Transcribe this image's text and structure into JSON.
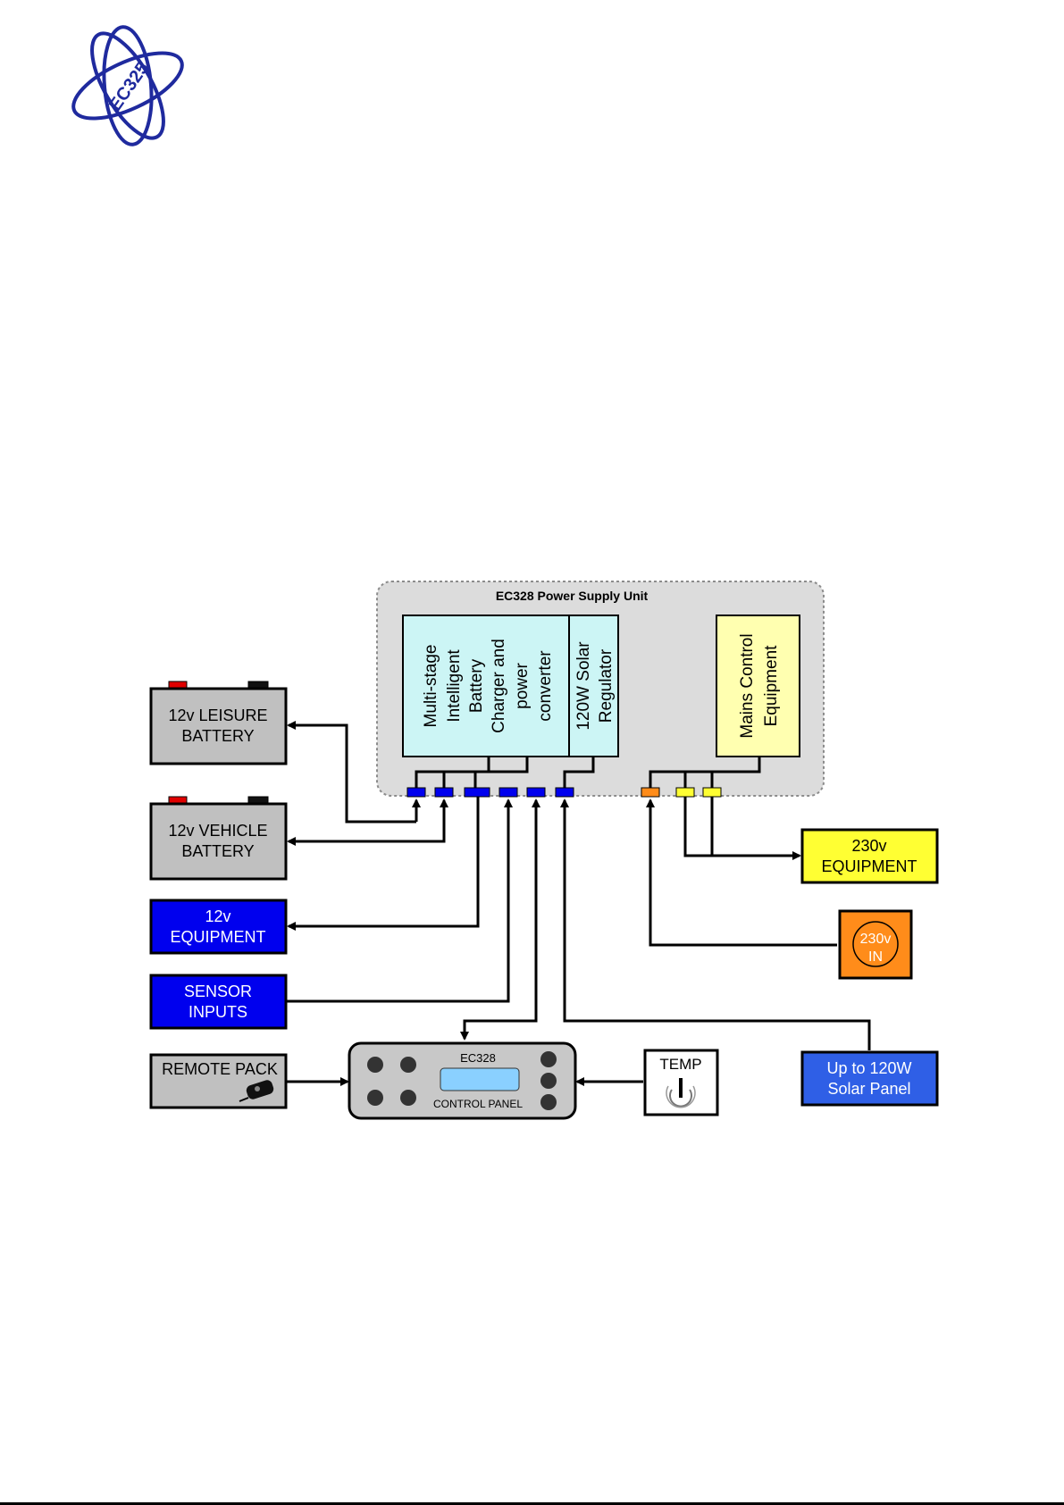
{
  "logo": {
    "text": "EC325"
  },
  "psu": {
    "title": "EC328 Power Supply Unit",
    "charger_lines": [
      "Multi-stage",
      "Intelligent",
      "Battery",
      "Charger and",
      "power",
      "converter"
    ],
    "solar_reg_lines": [
      "120W Solar",
      "Regulator"
    ],
    "mains_lines": [
      "Mains Control",
      "Equipment"
    ]
  },
  "devices": {
    "leisure_battery": [
      "12v LEISURE",
      "BATTERY"
    ],
    "vehicle_battery": [
      "12v VEHICLE",
      "BATTERY"
    ],
    "equipment_12v": [
      "12v",
      "EQUIPMENT"
    ],
    "sensor_inputs": [
      "SENSOR",
      "INPUTS"
    ],
    "remote_pack": "REMOTE PACK",
    "equipment_230v": [
      "230v",
      "EQUIPMENT"
    ],
    "mains_in": [
      "230v",
      "IN"
    ],
    "solar_panel": [
      "Up to 120W",
      "Solar Panel"
    ],
    "temp": "TEMP"
  },
  "control_panel": {
    "model": "EC328",
    "label": "CONTROL PANEL"
  },
  "colors": {
    "psu_bg": "#dcdcdc",
    "module_bg": "#ccf5f5",
    "mains_bg": "#ffffb0",
    "battery_bg": "#c0c0c0",
    "equipment_blue": "#0000ee",
    "solar_blue": "#2f5fe6",
    "yellow": "#ffff33",
    "orange": "#ff8c1a",
    "logo_blue": "#1f2a9e"
  }
}
